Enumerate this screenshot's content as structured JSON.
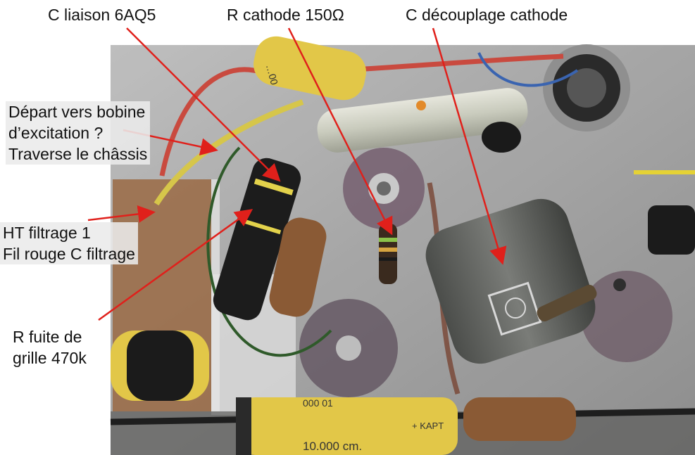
{
  "labels": {
    "c_liaison": "C liaison 6AQ5",
    "r_cathode": "R cathode 150Ω",
    "c_decouplage": "C découplage cathode",
    "depart_1": "Départ vers bobine",
    "depart_2": "d’excitation ?",
    "depart_3": "Traverse le châssis",
    "ht_1": "HT filtrage 1",
    "ht_2": "Fil rouge C filtrage",
    "r_fuite_1": "R fuite de",
    "r_fuite_2": "grille 470k"
  },
  "component_print": {
    "cap_top_left": "…00",
    "cap_bottom_value": "10.000 cm.",
    "cap_bottom_code": "000 01",
    "cap_bottom_brand": "+ KAPT"
  },
  "colors": {
    "arrow": "#e0201b",
    "chassis": "#b9b9b9",
    "yellow_cap": "#e2c748",
    "black_cap": "#1c1c1c",
    "brown_cap": "#8a5a35",
    "grey_cap": "#5a5c58",
    "red_wire": "#c94a3f",
    "yellow_wire": "#d6c64a",
    "green_wire": "#2f5a2a"
  }
}
